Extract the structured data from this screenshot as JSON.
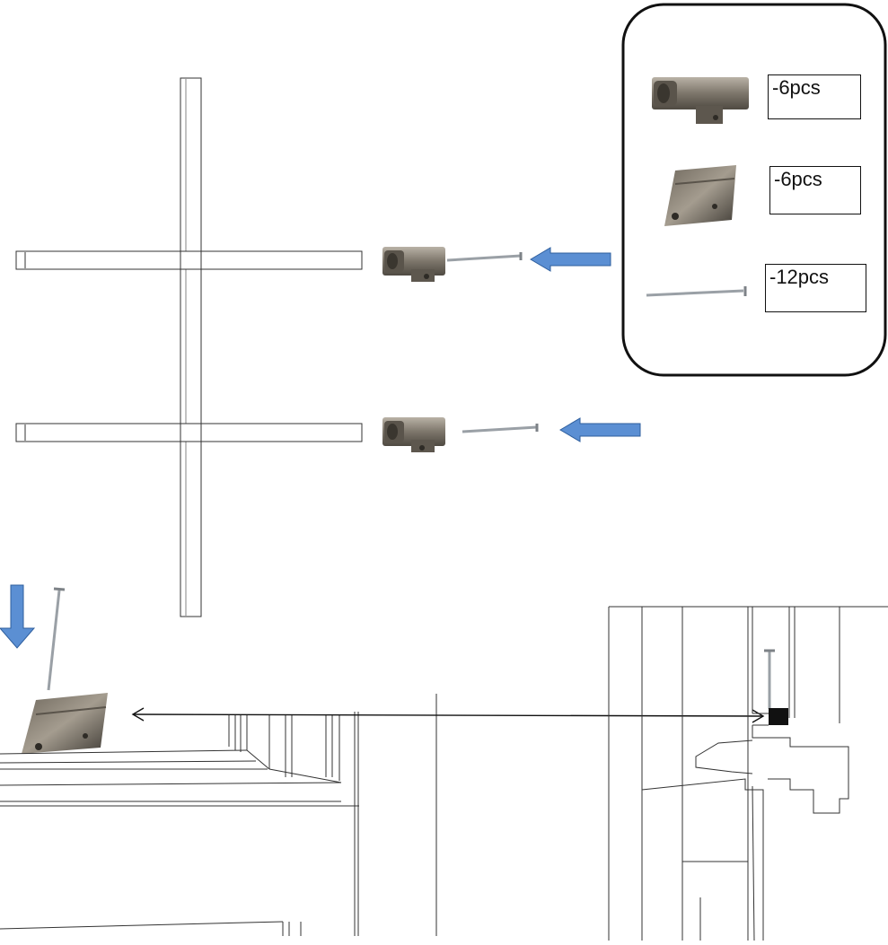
{
  "parts_legend": {
    "items": [
      {
        "part": "corner-connector",
        "quantity": "-6pcs"
      },
      {
        "part": "flat-bracket",
        "quantity": "-6pcs"
      },
      {
        "part": "screw",
        "quantity": "-12pcs"
      }
    ]
  },
  "colors": {
    "arrow_fill": "#5b8fd3",
    "arrow_stroke": "#2f5f9e",
    "part_metal": "#8a8378",
    "part_dark": "#4a453e",
    "line": "#333333"
  }
}
